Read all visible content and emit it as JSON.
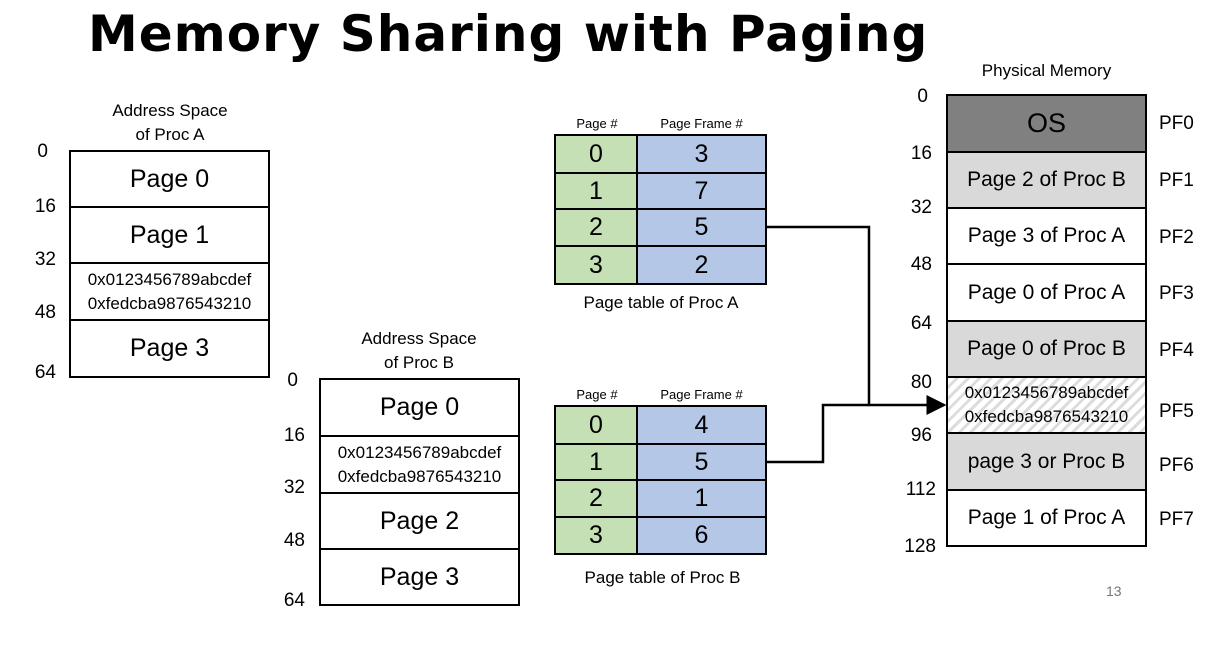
{
  "title": "Memory Sharing with Paging",
  "proc_a_space": {
    "caption_line1": "Address Space",
    "caption_line2": "of Proc A",
    "ticks": [
      "0",
      "16",
      "32",
      "48",
      "64"
    ],
    "pages": [
      {
        "label": "Page 0"
      },
      {
        "label": "Page 1"
      },
      {
        "line1": "0x0123456789abcdef",
        "line2": "0xfedcba9876543210"
      },
      {
        "label": "Page 3"
      }
    ]
  },
  "proc_b_space": {
    "caption_line1": "Address Space",
    "caption_line2": "of Proc B",
    "ticks": [
      "0",
      "16",
      "32",
      "48",
      "64"
    ],
    "pages": [
      {
        "label": "Page 0"
      },
      {
        "line1": "0x0123456789abcdef",
        "line2": "0xfedcba9876543210"
      },
      {
        "label": "Page 2"
      },
      {
        "label": "Page 3"
      }
    ]
  },
  "page_table_a": {
    "header_page": "Page #",
    "header_frame": "Page Frame #",
    "rows": [
      {
        "page": "0",
        "frame": "3"
      },
      {
        "page": "1",
        "frame": "7"
      },
      {
        "page": "2",
        "frame": "5"
      },
      {
        "page": "3",
        "frame": "2"
      }
    ],
    "caption": "Page table of Proc A"
  },
  "page_table_b": {
    "header_page": "Page #",
    "header_frame": "Page Frame #",
    "rows": [
      {
        "page": "0",
        "frame": "4"
      },
      {
        "page": "1",
        "frame": "5"
      },
      {
        "page": "2",
        "frame": "1"
      },
      {
        "page": "3",
        "frame": "6"
      }
    ],
    "caption": "Page table of Proc B"
  },
  "physical_memory": {
    "caption": "Physical Memory",
    "ticks": [
      "0",
      "16",
      "32",
      "48",
      "64",
      "80",
      "96",
      "112",
      "128"
    ],
    "frames": [
      {
        "label": "OS",
        "pf": "PF0"
      },
      {
        "label": "Page 2 of Proc B",
        "pf": "PF1"
      },
      {
        "label": "Page 3 of Proc A",
        "pf": "PF2"
      },
      {
        "label": "Page 0 of Proc A",
        "pf": "PF3"
      },
      {
        "label": "Page 0 of Proc B",
        "pf": "PF4"
      },
      {
        "line1": "0x0123456789abcdef",
        "line2": "0xfedcba9876543210",
        "pf": "PF5"
      },
      {
        "label": "page 3 or Proc B",
        "pf": "PF6"
      },
      {
        "label": "Page 1 of Proc A",
        "pf": "PF7"
      }
    ],
    "colors": {
      "os": "#808080",
      "shared": "#d9d9d9",
      "plain": "#ffffff"
    }
  },
  "slide_number": "13"
}
